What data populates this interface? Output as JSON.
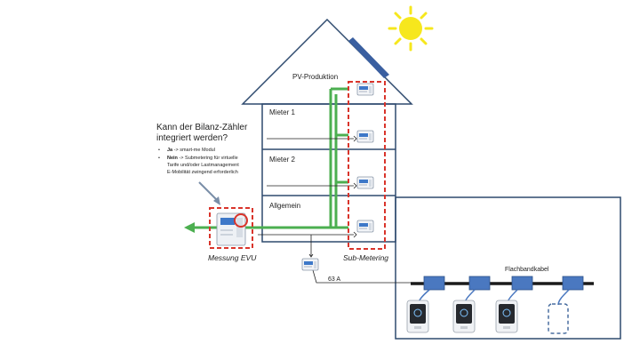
{
  "colors": {
    "house_outline": "#2e4a6e",
    "green_line": "#4caf50",
    "red_dash": "#d9342b",
    "sun": "#f6e71d",
    "solar_panel": "#3a5fa0",
    "connector_box": "#4a78c0"
  },
  "question": {
    "line1": "Kann der Bilanz-Zähler",
    "line2": "integriert werden?"
  },
  "bullets": [
    {
      "bold": "Ja",
      "text": " -> smart-me Modul"
    },
    {
      "bold": "Nein",
      "text": " -> Submetering für virtuelle"
    },
    {
      "bold": "",
      "text": "Tarife und/oder Lastmanagement"
    },
    {
      "bold": "",
      "text": "E-Mobilität zwingend erforderlich"
    }
  ],
  "labels": {
    "pv": "PV-Produktion",
    "mieter1": "Mieter 1",
    "mieter2": "Mieter 2",
    "allgemein": "Allgemein",
    "messung": "Messung EVU",
    "submetering": "Sub-Metering",
    "flachbandkabel": "Flachbandkabel",
    "ampere": "63 A"
  },
  "icons": {
    "sun": "sun-icon",
    "meter": "electricity-meter-icon",
    "charger": "wallbox-charger-icon",
    "solar": "solar-panel-icon"
  }
}
